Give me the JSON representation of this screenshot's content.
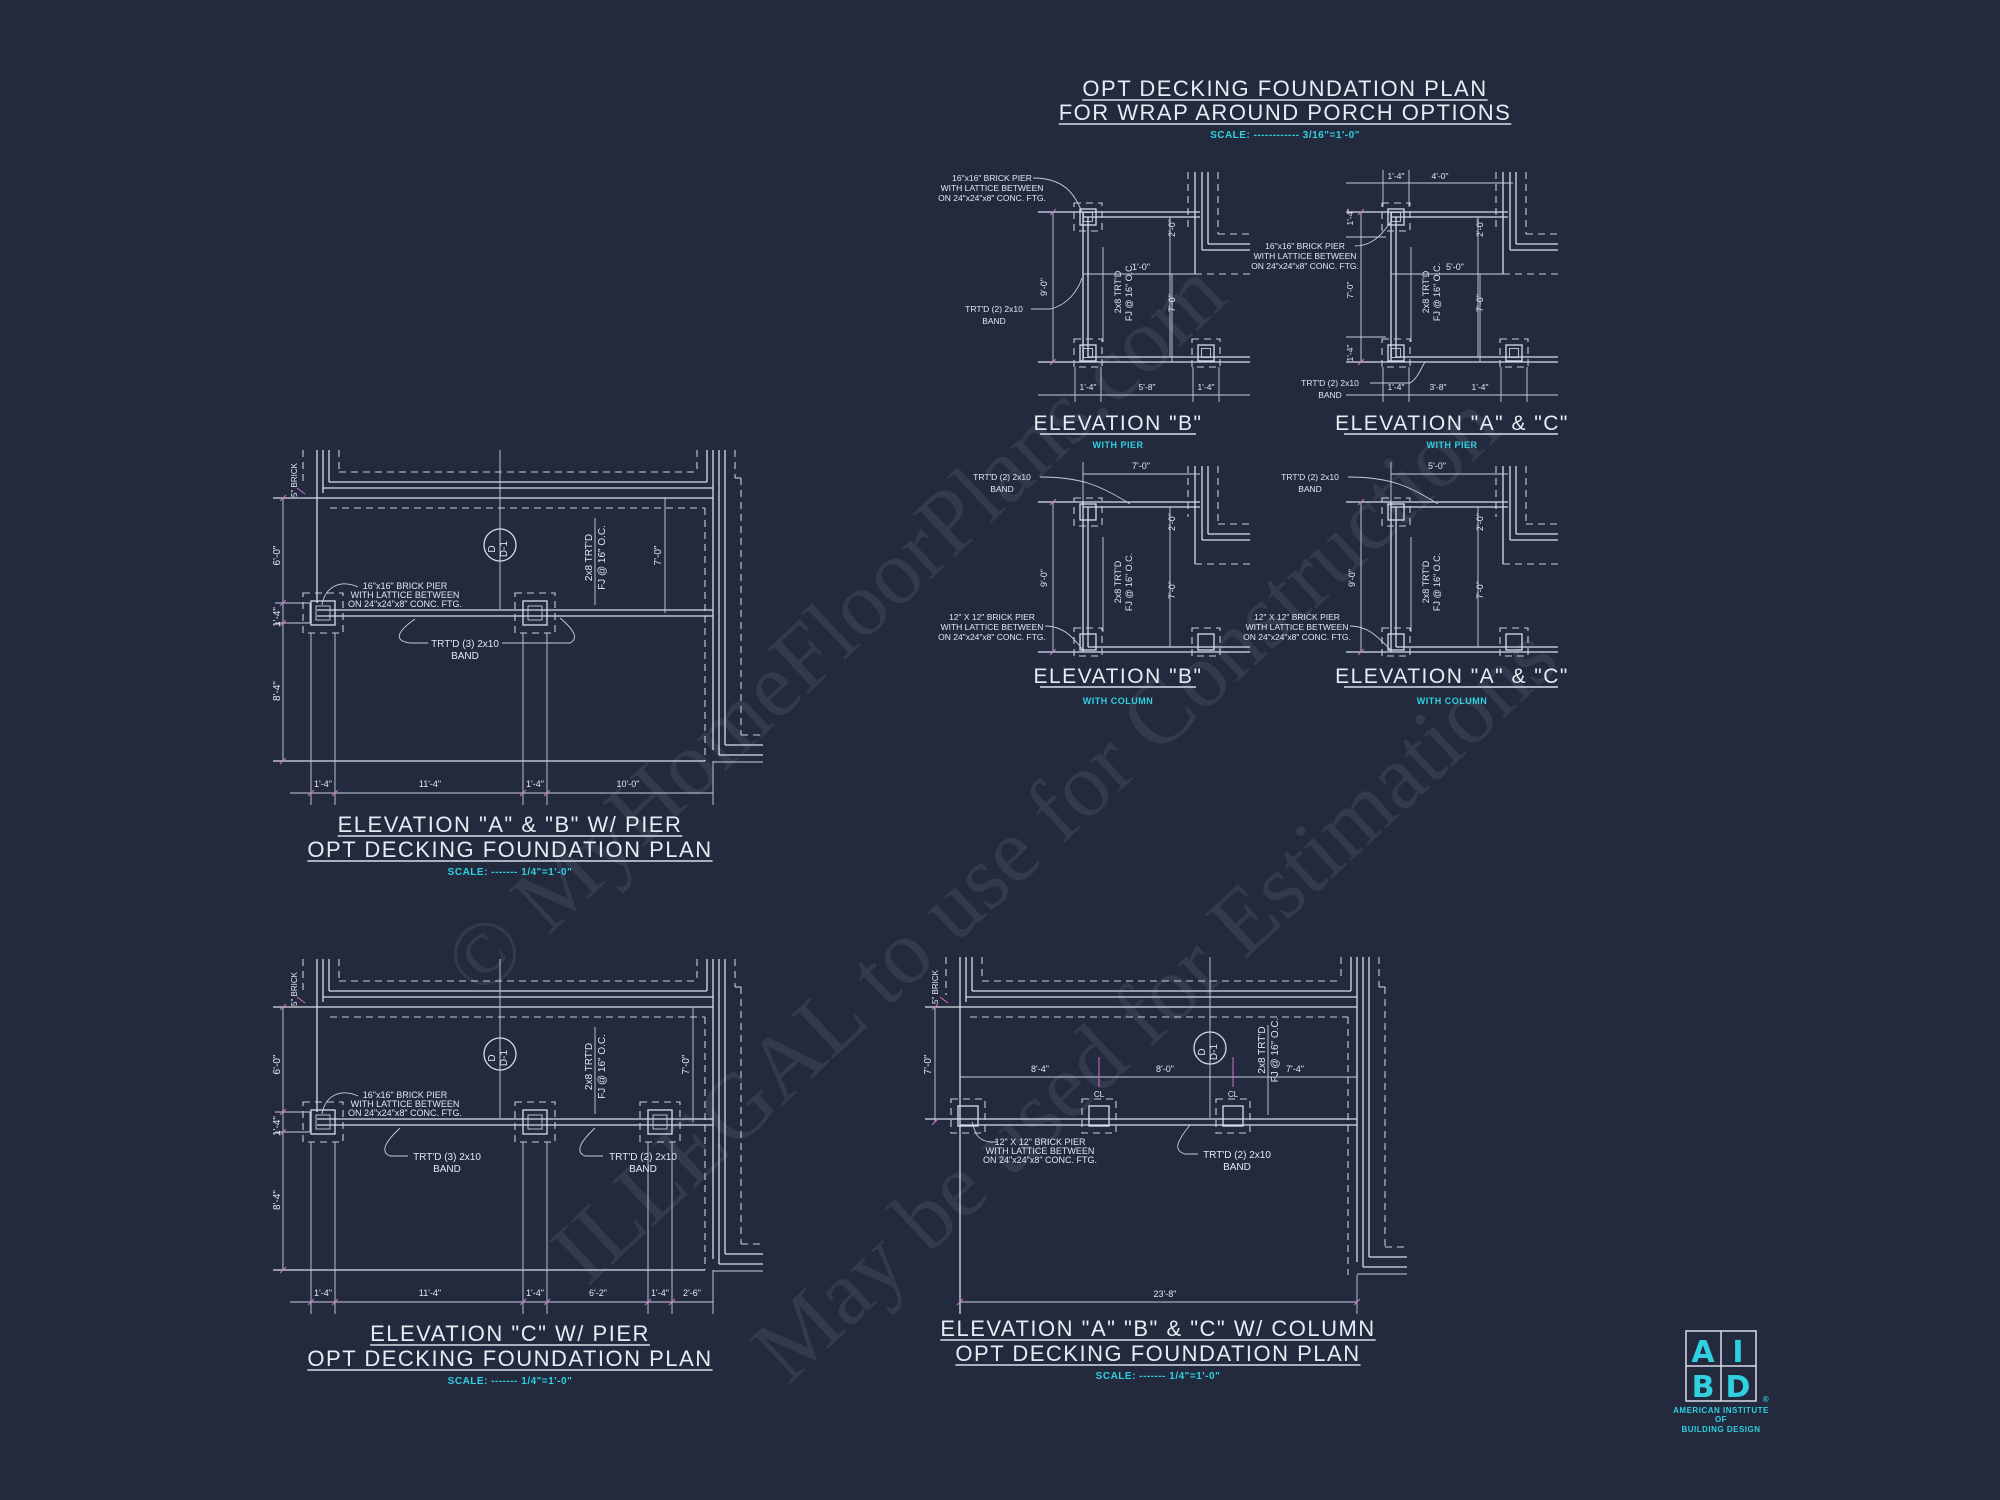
{
  "colors": {
    "background": "#232a3d",
    "linework": "#d9dde8",
    "accent_cyan": "#2fd0e0",
    "markup_magenta": "#d070c8"
  },
  "main_title": {
    "line1": "OPT DECKING FOUNDATION PLAN",
    "line2": "FOR WRAP AROUND PORCH OPTIONS",
    "scale": "SCALE: ------------ 3/16\"=1'-0\""
  },
  "small_details": [
    {
      "title": "ELEVATION \"B\"",
      "subtitle": "WITH PIER",
      "notes": [
        "16\"x16\" BRICK PIER",
        "WITH LATTICE BETWEEN",
        "ON 24\"x24\"x8\" CONC. FTG.",
        "TRT'D (2) 2x10",
        "BAND",
        "2x8 TRT'D",
        "FJ @ 16\" O.C."
      ],
      "dims": [
        "9'-0\"",
        "2'-0\"",
        "7'-0\"",
        "1'-0\"",
        "1'-4\"",
        "5'-8\"",
        "1'-4\""
      ]
    },
    {
      "title": "ELEVATION \"A\" & \"C\"",
      "subtitle": "WITH PIER",
      "notes": [
        "16\"x16\" BRICK PIER",
        "WITH LATTICE BETWEEN",
        "ON 24\"x24\"x8\" CONC. FTG.",
        "TRT'D (2) 2x10",
        "BAND",
        "2x8 TRT'D",
        "FJ @ 16\" O.C."
      ],
      "dims": [
        "1'-4\"",
        "4'-0\"",
        "1'-4\"",
        "7'-0\"",
        "1'-4\"",
        "2'-0\"",
        "5'-0\"",
        "7'-0\"",
        "1'-4\"",
        "3'-8\"",
        "1'-4\""
      ]
    },
    {
      "title": "ELEVATION \"B\"",
      "subtitle": "WITH COLUMN",
      "notes": [
        "TRT'D (2) 2x10",
        "BAND",
        "12\" X 12\" BRICK PIER",
        "WITH LATTICE BETWEEN",
        "ON 24\"x24\"x8\" CONC. FTG.",
        "2x8 TRT'D",
        "FJ @ 16\" O.C."
      ],
      "dims": [
        "7'-0\"",
        "9'-0\"",
        "2'-0\"",
        "7'-0\""
      ]
    },
    {
      "title": "ELEVATION \"A\" & \"C\"",
      "subtitle": "WITH COLUMN",
      "notes": [
        "TRT'D (2) 2x10",
        "BAND",
        "12\" X 12\" BRICK PIER",
        "WITH LATTICE BETWEEN",
        "ON 24\"x24\"x8\" CONC. FTG.",
        "2x8 TRT'D",
        "FJ @ 16\" O.C."
      ],
      "dims": [
        "5'-0\"",
        "9'-0\"",
        "2'-0\"",
        "7'-0\""
      ]
    }
  ],
  "plans": [
    {
      "title": "ELEVATION \"A\" & \"B\" W/ PIER",
      "subtitle": "OPT DECKING FOUNDATION PLAN",
      "scale": "SCALE: ------- 1/4\"=1'-0\"",
      "brick_note": "5\" BRICK",
      "section_tag": [
        "D",
        "D-1"
      ],
      "notes": [
        "16\"x16\" BRICK PIER",
        "WITH LATTICE BETWEEN",
        "ON 24\"x24\"x8\" CONC. FTG.",
        "TRT'D (3) 2x10",
        "BAND",
        "2x8 TRT'D",
        "FJ @ 16\" O.C."
      ],
      "left_dims": [
        "6'-0\"",
        "1'-4\"",
        "8'-4\""
      ],
      "right_dim": "7'-0\"",
      "bottom_dims": [
        "1'-4\"",
        "11'-4\"",
        "1'-4\"",
        "10'-0\""
      ]
    },
    {
      "title": "ELEVATION \"C\" W/ PIER",
      "subtitle": "OPT DECKING FOUNDATION PLAN",
      "scale": "SCALE: ------- 1/4\"=1'-0\"",
      "brick_note": "5\" BRICK",
      "section_tag": [
        "D",
        "D-1"
      ],
      "notes": [
        "16\"x16\" BRICK PIER",
        "WITH LATTICE BETWEEN",
        "ON 24\"x24\"x8\" CONC. FTG.",
        "TRT'D (3) 2x10",
        "BAND",
        "TRT'D (2) 2x10",
        "BAND",
        "2x8 TRT'D",
        "FJ @ 16\" O.C."
      ],
      "left_dims": [
        "6'-0\"",
        "1'-4\"",
        "8'-4\""
      ],
      "right_dim": "7'-0\"",
      "bottom_dims": [
        "1'-4\"",
        "11'-4\"",
        "1'-4\"",
        "6'-2\"",
        "1'-4\"",
        "2'-6\""
      ]
    },
    {
      "title": "ELEVATION \"A\" \"B\" & \"C\" W/ COLUMN",
      "subtitle": "OPT DECKING FOUNDATION PLAN",
      "scale": "SCALE: ------- 1/4\"=1'-0\"",
      "brick_note": "5\" BRICK",
      "section_tag": [
        "D",
        "D-1"
      ],
      "notes": [
        "12\" X 12\" BRICK PIER",
        "WITH LATTICE BETWEEN",
        "ON 24\"x24\"x8\" CONC. FTG.",
        "TRT'D (2) 2x10",
        "BAND",
        "2x8 TRT'D",
        "FJ @ 16\" O.C."
      ],
      "left_dims": [
        "7'-0\""
      ],
      "top_dims": [
        "8'-4\"",
        "8'-0\"",
        "7'-4\""
      ],
      "centerline": "CL",
      "bottom_dims": [
        "23'-8\""
      ]
    }
  ],
  "logo": {
    "letters": [
      "A",
      "I",
      "B",
      "D"
    ],
    "line1": "AMERICAN INSTITUTE",
    "line2": "OF",
    "line3": "BUILDING DESIGN",
    "registered": "®"
  },
  "watermark": [
    "© MyHomeFloorPlans.com",
    "ILLEGAL to use for Construction",
    "May be used for Estimations"
  ]
}
